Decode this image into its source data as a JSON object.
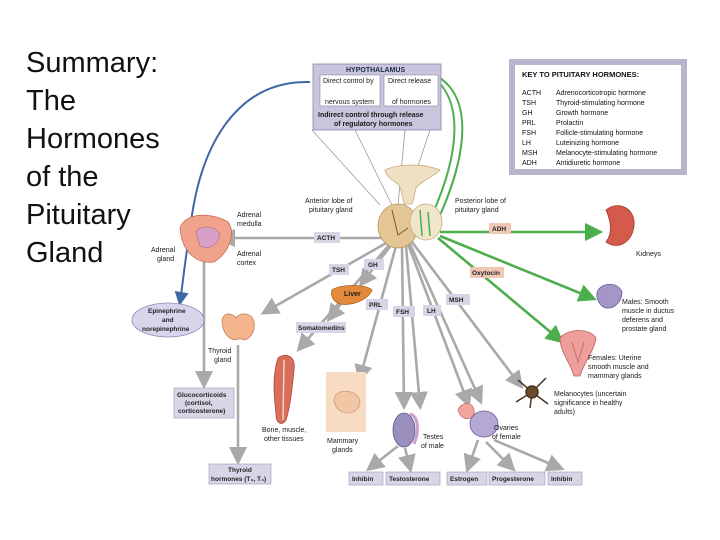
{
  "title_lines": [
    "Summary:",
    "The",
    "Hormones",
    "of the",
    "Pituitary",
    "Gland"
  ],
  "hypothalamus": {
    "title": "HYPOTHALAMUS",
    "direct_control": "Direct control by",
    "nervous_system": "nervous system",
    "direct_release": "Direct release",
    "of_hormones": "of hormones",
    "indirect_1": "Indirect control through release",
    "indirect_2": "of regulatory hormones"
  },
  "key": {
    "title": "KEY TO PITUITARY HORMONES:",
    "items": [
      {
        "abbr": "ACTH",
        "name": "Adrenocorticotropic hormone"
      },
      {
        "abbr": "TSH",
        "name": "Thyroid-stimulating hormone"
      },
      {
        "abbr": "GH",
        "name": "Growth hormone"
      },
      {
        "abbr": "PRL",
        "name": "Prolactin"
      },
      {
        "abbr": "FSH",
        "name": "Follicle-stimulating hormone"
      },
      {
        "abbr": "LH",
        "name": "Luteinizing hormone"
      },
      {
        "abbr": "MSH",
        "name": "Melanocyte-stimulating hormone"
      },
      {
        "abbr": "ADH",
        "name": "Antidiuretic hormone"
      }
    ]
  },
  "labels": {
    "anterior_1": "Anterior lobe of",
    "anterior_2": "pituitary gland",
    "posterior_1": "Posterior lobe of",
    "posterior_2": "pituitary gland",
    "adrenal_medulla_1": "Adrenal",
    "adrenal_medulla_2": "medulla",
    "adrenal_cortex_1": "Adrenal",
    "adrenal_cortex_2": "cortex",
    "adrenal_gland_1": "Adrenal",
    "adrenal_gland_2": "gland",
    "epinephrine_1": "Epinephrine",
    "epinephrine_2": "and",
    "epinephrine_3": "norepinephrine",
    "thyroid_1": "Thyroid",
    "thyroid_2": "gland",
    "gluco_1": "Glucocorticoids",
    "gluco_2": "(cortisol,",
    "gluco_3": "corticosterone)",
    "thyroid_hormones_1": "Thyroid",
    "thyroid_hormones_2": "hormones (T₃, T₄)",
    "somatomedins": "Somatomedins",
    "liver": "Liver",
    "bone_1": "Bone, muscle,",
    "bone_2": "other tissues",
    "mammary_1": "Mammary",
    "mammary_2": "glands",
    "testes_1": "Testes",
    "testes_2": "of male",
    "ovaries_1": "Ovaries",
    "ovaries_2": "of female",
    "kidneys": "Kidneys",
    "males_1": "Males: Smooth",
    "males_2": "muscle in ductus",
    "males_3": "deferens and",
    "males_4": "prostate gland",
    "females_1": "Females: Uterine",
    "females_2": "smooth muscle and",
    "females_3": "mammary glands",
    "melano_1": "Melanocytes (uncertain",
    "melano_2": "significance in healthy",
    "melano_3": "adults)"
  },
  "hormone_tags": {
    "acth": "ACTH",
    "tsh": "TSH",
    "gh": "GH",
    "prl": "PRL",
    "fsh": "FSH",
    "lh": "LH",
    "msh": "MSH",
    "adh": "ADH",
    "oxytocin": "Oxytocin"
  },
  "bottom_boxes": [
    "Inhibin",
    "Testosterone",
    "Estrogen",
    "Progesterone",
    "Inhibin"
  ],
  "colors": {
    "hypothalamus_box": "#c9c5dc",
    "tag_fill": "#d6d6e6",
    "adh_fill": "#f2c7b6",
    "gray_arrow": "#a9a9a9",
    "green_arrow": "#4cae4c",
    "blue_arrow": "#3f67a8",
    "pituitary": "#e9d6b5"
  }
}
